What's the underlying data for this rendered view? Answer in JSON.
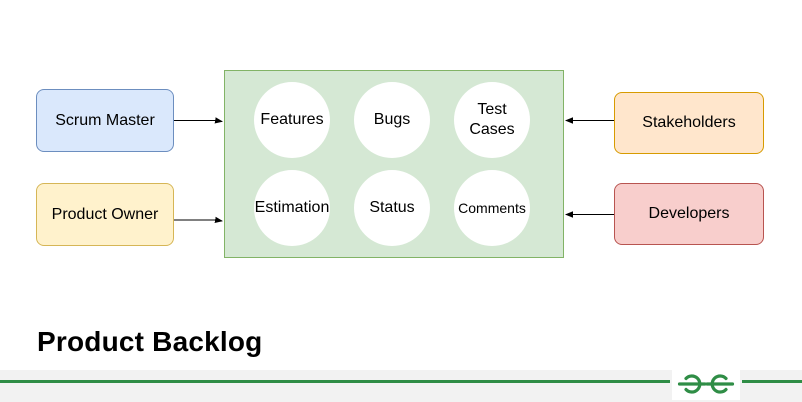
{
  "diagram": {
    "title": "Product Backlog",
    "nodes": {
      "scrum_master": {
        "label": "Scrum Master",
        "fill": "#dae8fc",
        "stroke": "#6c8ebf"
      },
      "product_owner": {
        "label": "Product Owner",
        "fill": "#fff2cc",
        "stroke": "#d6b656"
      },
      "stakeholders": {
        "label": "Stakeholders",
        "fill": "#ffe6cc",
        "stroke": "#d79b00"
      },
      "developers": {
        "label": "Developers",
        "fill": "#f8cecc",
        "stroke": "#b85450"
      }
    },
    "backlog": {
      "fill": "#d5e8d4",
      "stroke": "#82b366",
      "items": {
        "features": "Features",
        "bugs": "Bugs",
        "test_cases": "Test Cases",
        "estimation": "Estimation",
        "status": "Status",
        "comments": "Comments"
      }
    },
    "edges": [
      {
        "from": "Scrum Master",
        "to": "Product Backlog"
      },
      {
        "from": "Product Owner",
        "to": "Product Backlog"
      },
      {
        "from": "Stakeholders",
        "to": "Product Backlog"
      },
      {
        "from": "Developers",
        "to": "Product Backlog"
      }
    ]
  },
  "branding": {
    "logo_icon": "gfg-logo-icon",
    "accent_color": "#2f8d46"
  }
}
